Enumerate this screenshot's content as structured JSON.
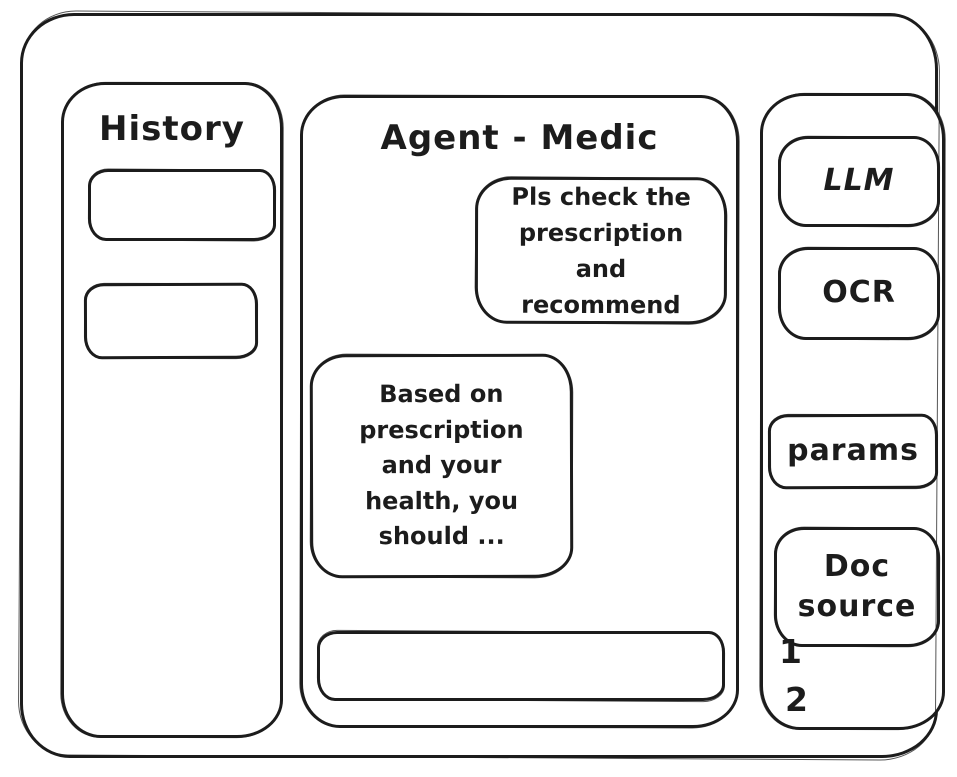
{
  "window": {
    "background": "#ffffff",
    "stroke_color": "#1c1c1c"
  },
  "history_panel": {
    "title": "History",
    "items": [
      {
        "label": ""
      },
      {
        "label": ""
      }
    ]
  },
  "chat_panel": {
    "title": "Agent - Medic",
    "messages": [
      {
        "role": "user",
        "text": "Pls check the prescription and recommend"
      },
      {
        "role": "assistant",
        "text": "Based on prescription and your health, you should ..."
      }
    ],
    "input": {
      "value": ""
    }
  },
  "tools_panel": {
    "buttons": [
      {
        "label": "LLM"
      },
      {
        "label": "OCR"
      },
      {
        "label": "params"
      },
      {
        "label": "Doc source"
      }
    ],
    "doc_sources": [
      "1",
      "2"
    ]
  }
}
